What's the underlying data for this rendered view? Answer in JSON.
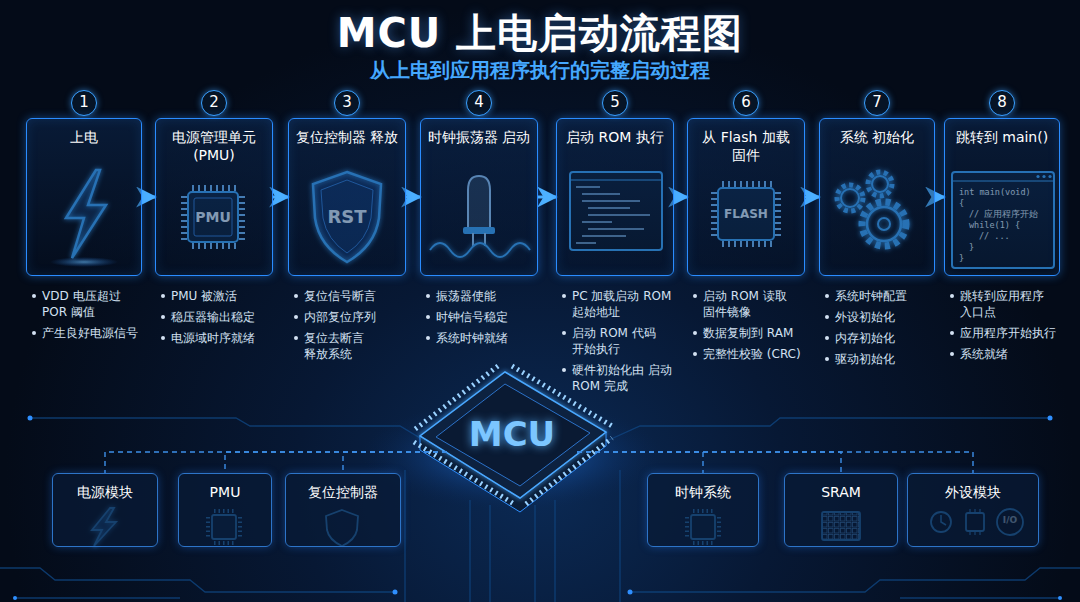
{
  "diagram": {
    "title": "MCU 上电启动流程图",
    "nodes": [
      {
        "text": [
          "1",
          "上电",
          "VDD 电压超过 POR 阈值",
          "产生良好电源信号"
        ]
      },
      {
        "text": [
          "2",
          "电源管理单元 (PMU)",
          "PMU 被激活",
          "稳压器输出稳定",
          "电源域时序就绪"
        ]
      },
      {
        "text": [
          "3",
          "复位控制器 释放",
          "复位信号断言",
          "内部复位序列",
          "复位去断言 释放系统"
        ]
      },
      {
        "text": [
          "4",
          "时钟振荡器 启动",
          "振荡器使能",
          "时钟信号稳定",
          "系统时钟就绪"
        ]
      },
      {
        "text": [
          "5",
          "启动 ROM 执行",
          "PC 加载启动 ROM 起始地址",
          "启动 ROM 代码 开始执行",
          "硬件初始化由 启动 ROM 完成"
        ]
      },
      {
        "text": [
          "6",
          "从 Flash 加载 固件",
          "启动 ROM 读取 固件镜像",
          "数据复制到 RAM",
          "完整性校验 (CRC)"
        ]
      },
      {
        "text": [
          "7",
          "系统 初始化",
          "系统时钟配置",
          "外设初始化",
          "内存初始化",
          "驱动初始化"
        ]
      },
      {
        "text": [
          "8",
          "跳转到 main()",
          "跳转到应用程序 入口点",
          "应用程序开始执行",
          "系统就绪"
        ]
      },
      {
        "text": [
          "电源模块"
        ]
      },
      {
        "text": [
          "PMU"
        ]
      },
      {
        "text": [
          "复位控制器"
        ]
      },
      {
        "text": [
          "MCU"
        ]
      },
      {
        "text": [
          "时钟系统"
        ]
      },
      {
        "text": [
          "SRAM"
        ]
      },
      {
        "text": [
          "外设模块"
        ]
      }
    ],
    "edges": [
      {
        "from": 0,
        "to": 1,
        "arrow": "to"
      },
      {
        "from": 1,
        "to": 2,
        "arrow": "to"
      },
      {
        "from": 2,
        "to": 3,
        "arrow": "to"
      },
      {
        "from": 3,
        "to": 4,
        "arrow": "to"
      },
      {
        "from": 4,
        "to": 5,
        "arrow": "to"
      },
      {
        "from": 5,
        "to": 6,
        "arrow": "to"
      },
      {
        "from": 6,
        "to": 7,
        "arrow": "to"
      },
      {
        "from": 11,
        "to": 8,
        "arrow": "none"
      },
      {
        "from": 11,
        "to": 9,
        "arrow": "none"
      },
      {
        "from": 11,
        "to": 10,
        "arrow": "none"
      },
      {
        "from": 11,
        "to": 12,
        "arrow": "none"
      },
      {
        "from": 11,
        "to": 13,
        "arrow": "none"
      },
      {
        "from": 11,
        "to": 14,
        "arrow": "none"
      }
    ],
    "labels": [
      "从上电到应用程序执行的完整启动过程",
      "PMU",
      "RST",
      "FLASH",
      "int main(void)",
      "{",
      "// 应用程序开始",
      "while(1) {",
      "// ...",
      "}",
      "}",
      "I/O"
    ]
  }
}
